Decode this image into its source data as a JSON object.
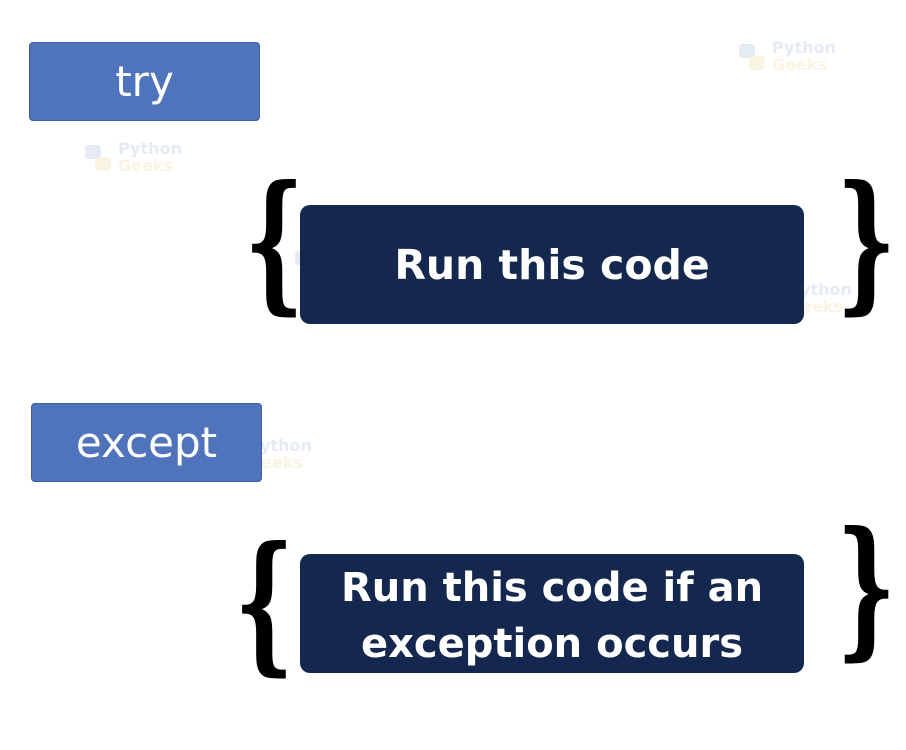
{
  "blocks": {
    "try": {
      "keyword": "try",
      "code_text": "Run this code"
    },
    "except": {
      "keyword": "except",
      "code_lines": [
        "Run this code if an",
        "exception occurs"
      ]
    }
  },
  "braces": {
    "open": "{",
    "close": "}"
  },
  "watermark": {
    "line1": "Python",
    "line2": "Geeks"
  },
  "colors": {
    "keyword_box": "#4f74bb",
    "code_box": "#14274e",
    "text_on_box": "#ffffff",
    "brace": "#000000",
    "watermark_blue": "#3a6fb0",
    "watermark_yellow": "#d8b12a"
  },
  "icons": {
    "watermark_logo": "python-logo-icon"
  }
}
